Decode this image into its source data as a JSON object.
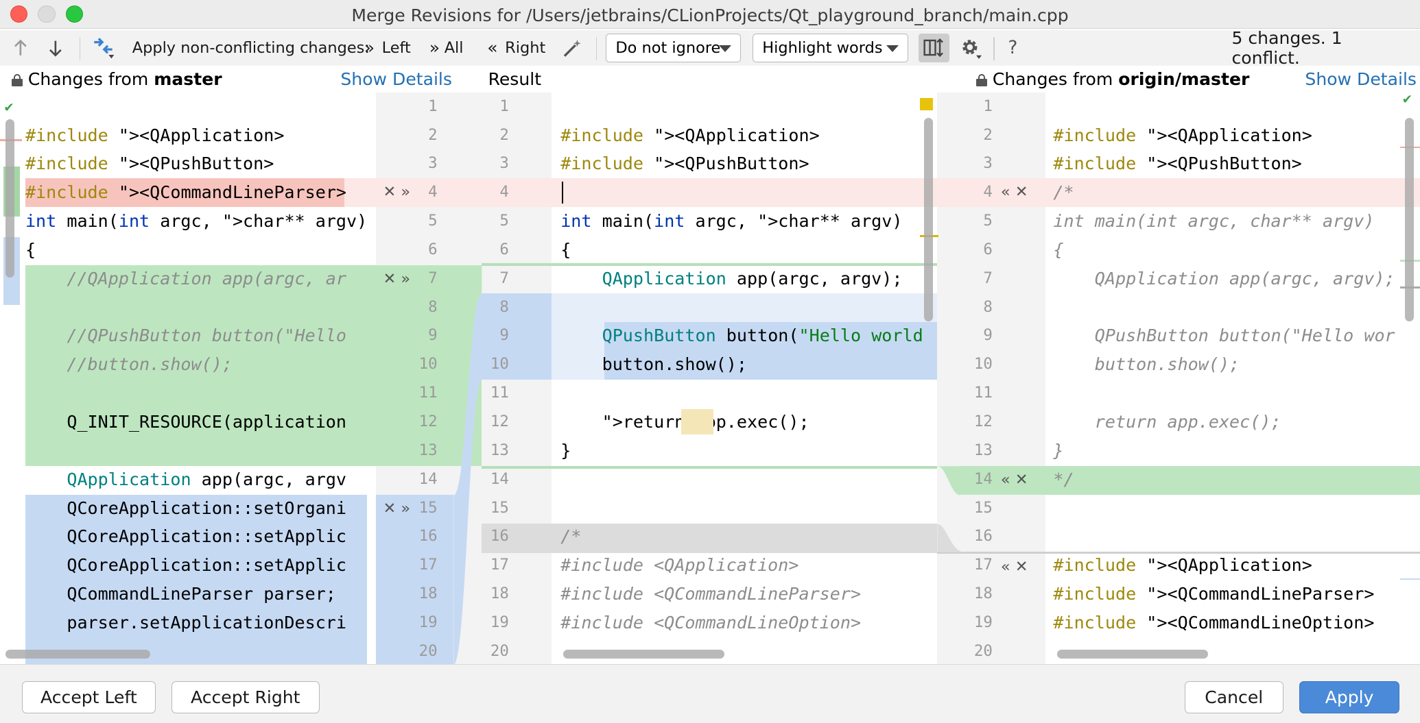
{
  "window": {
    "title": "Merge Revisions for /Users/jetbrains/CLionProjects/Qt_playground_branch/main.cpp"
  },
  "toolbar": {
    "apply_label": "Apply non-conflicting changes:",
    "left_label": "Left",
    "all_label": "All",
    "right_label": "Right",
    "ignore_select": "Do not ignore",
    "highlight_select": "Highlight words",
    "status": "5 changes. 1 conflict.",
    "help": "?"
  },
  "left_pane": {
    "title_prefix": "Changes from",
    "branch": "master",
    "details_link": "Show Details"
  },
  "result_pane": {
    "title": "Result"
  },
  "right_pane": {
    "title_prefix": "Changes from",
    "branch": "origin/master",
    "details_link": "Show Details"
  },
  "left_lines": [
    "",
    "#include <QApplication>",
    "#include <QPushButton>",
    "#include <QCommandLineParser>",
    "int main(int argc, char** argv)",
    "{",
    "    //QApplication app(argc, ar",
    "",
    "    //QPushButton button(\"Hello",
    "    //button.show();",
    "",
    "    Q_INIT_RESOURCE(application",
    "",
    "    QApplication app(argc, argv",
    "    QCoreApplication::setOrgani",
    "    QCoreApplication::setApplic",
    "    QCoreApplication::setApplic",
    "    QCommandLineParser parser;",
    "    parser.setApplicationDescri",
    ""
  ],
  "result_lines": [
    "",
    "#include <QApplication>",
    "#include <QPushButton>",
    "",
    "int main(int argc, char** argv)",
    "{",
    "    QApplication app(argc, argv);",
    "",
    "    QPushButton button(\"Hello world",
    "    button.show();",
    "",
    "    return app.exec();",
    "}",
    "",
    "",
    "/*",
    "#include <QApplication>",
    "#include <QCommandLineParser>",
    "#include <QCommandLineOption>",
    ""
  ],
  "right_lines": [
    "",
    "#include <QApplication>",
    "#include <QPushButton>",
    "/*",
    "int main(int argc, char** argv)",
    "{",
    "    QApplication app(argc, argv);",
    "",
    "    QPushButton button(\"Hello wor",
    "    button.show();",
    "",
    "    return app.exec();",
    "}",
    "*/",
    "",
    "",
    "#include <QApplication>",
    "#include <QCommandLineParser>",
    "#include <QCommandLineOption>",
    ""
  ],
  "line_numbers": [
    "1",
    "2",
    "3",
    "4",
    "5",
    "6",
    "7",
    "8",
    "9",
    "10",
    "11",
    "12",
    "13",
    "14",
    "15",
    "16",
    "17",
    "18",
    "19",
    "20"
  ],
  "buttons": {
    "accept_left": "Accept Left",
    "accept_right": "Accept Right",
    "cancel": "Cancel",
    "apply": "Apply"
  },
  "icons": {
    "prev": "arrow-up-icon",
    "next": "arrow-down-icon",
    "merge": "merge-arrows-icon",
    "magic": "magic-wand-icon",
    "columns": "columns-toggle-icon",
    "gear": "gear-icon"
  },
  "colors": {
    "added": "#bde6c0",
    "conflict": "#f7c4bd",
    "modified": "#c6d9f3",
    "accent": "#4a8ad8"
  }
}
